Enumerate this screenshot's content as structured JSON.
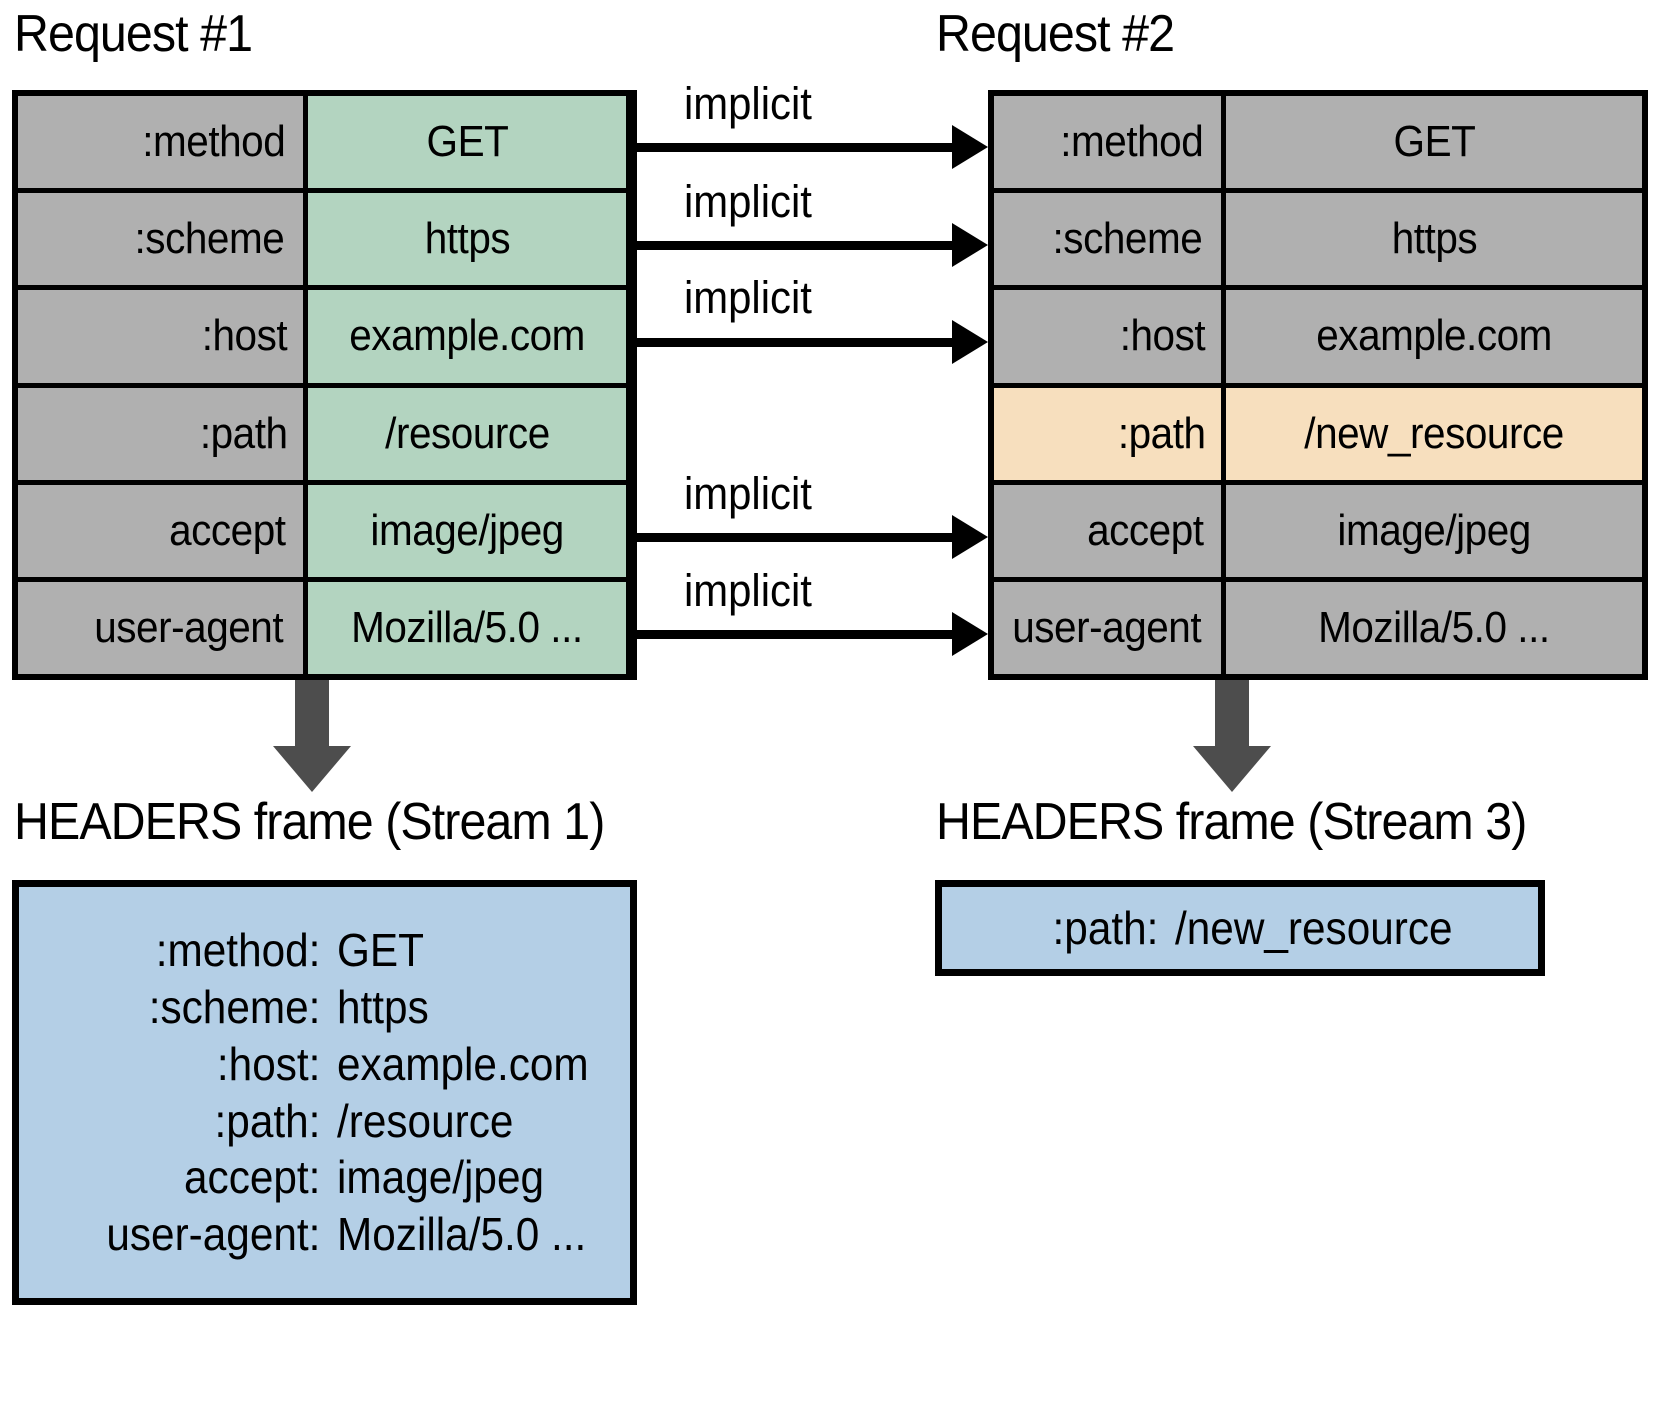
{
  "diagram": {
    "title_left": "Request #1",
    "title_right": "Request #2",
    "frame_title_left": "HEADERS frame (Stream 1)",
    "frame_title_right": "HEADERS frame (Stream 3)",
    "implicit_label": "implicit"
  },
  "colors": {
    "header_name_gray": "#b0b0b0",
    "value_green": "#b3d4c0",
    "value_gray": "#b0b0b0",
    "highlight_orange": "#f7dfbe",
    "frame_blue": "#b4cfe6",
    "arrow_gray": "#4d4d4d",
    "stroke_black": "#000000"
  },
  "request1": {
    "rows": [
      {
        "name": ":method",
        "value": "GET"
      },
      {
        "name": ":scheme",
        "value": "https"
      },
      {
        "name": ":host",
        "value": "example.com"
      },
      {
        "name": ":path",
        "value": "/resource"
      },
      {
        "name": "accept",
        "value": "image/jpeg"
      },
      {
        "name": "user-agent",
        "value": "Mozilla/5.0 ..."
      }
    ]
  },
  "request2": {
    "rows": [
      {
        "name": ":method",
        "value": "GET",
        "highlighted": false,
        "implicit": true
      },
      {
        "name": ":scheme",
        "value": "https",
        "highlighted": false,
        "implicit": true
      },
      {
        "name": ":host",
        "value": "example.com",
        "highlighted": false,
        "implicit": true
      },
      {
        "name": ":path",
        "value": "/new_resource",
        "highlighted": true,
        "implicit": false
      },
      {
        "name": "accept",
        "value": "image/jpeg",
        "highlighted": false,
        "implicit": true
      },
      {
        "name": "user-agent",
        "value": "Mozilla/5.0 ...",
        "highlighted": false,
        "implicit": true
      }
    ]
  },
  "implicit_labels": [
    "implicit",
    "implicit",
    "implicit",
    "implicit",
    "implicit"
  ],
  "headers_frame_1": {
    "entries": [
      {
        "key": ":method:",
        "value": "GET"
      },
      {
        "key": ":scheme:",
        "value": "https"
      },
      {
        "key": ":host:",
        "value": "example.com"
      },
      {
        "key": ":path:",
        "value": "/resource"
      },
      {
        "key": "accept:",
        "value": "image/jpeg"
      },
      {
        "key": "user-agent:",
        "value": "Mozilla/5.0 ..."
      }
    ]
  },
  "headers_frame_2": {
    "entries": [
      {
        "key": ":path:",
        "value": "/new_resource"
      }
    ]
  }
}
